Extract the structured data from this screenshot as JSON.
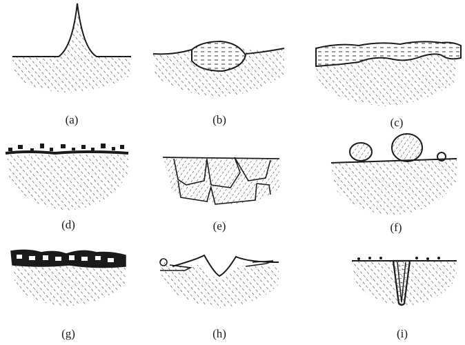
{
  "figure": {
    "panels": [
      {
        "id": "a",
        "label": "(a)"
      },
      {
        "id": "b",
        "label": "(b)"
      },
      {
        "id": "c",
        "label": "(c)"
      },
      {
        "id": "d",
        "label": "(d)"
      },
      {
        "id": "e",
        "label": "(e)"
      },
      {
        "id": "f",
        "label": "(f)"
      },
      {
        "id": "g",
        "label": "(g)"
      },
      {
        "id": "h",
        "label": "(h)"
      },
      {
        "id": "i",
        "label": "(i)"
      }
    ],
    "colors": {
      "ink": "#1a1a1a",
      "paper": "#ffffff"
    }
  }
}
